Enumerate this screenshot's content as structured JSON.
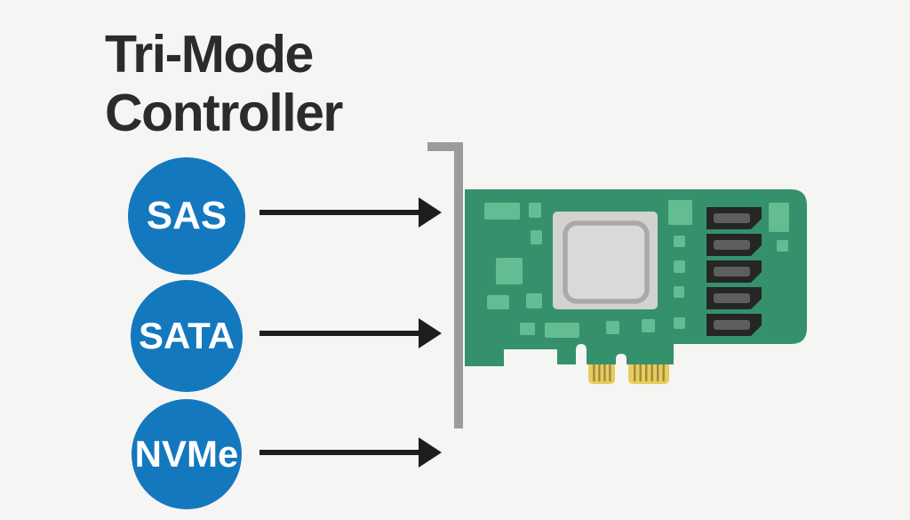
{
  "title": {
    "line1": "Tri-Mode",
    "line2": "Controller"
  },
  "nodes": [
    {
      "id": "sas",
      "label": "SAS"
    },
    {
      "id": "sata",
      "label": "SATA"
    },
    {
      "id": "nvme",
      "label": "NVMe"
    }
  ],
  "icons": {
    "arrow": "right-arrow",
    "card": "pcie-tri-mode-controller-card",
    "bracket": "pci-bracket",
    "chip": "controller-chip",
    "ports": "sata-style-connector-ports",
    "edge": "gold-pcie-edge-fingers"
  },
  "colors": {
    "bg": "#f5f5f4",
    "ink": "#2b2b2b",
    "blue": "#1478be",
    "node_text": "#ffffff",
    "arrow": "#1e1e1e",
    "bracket": "#9b9b9b",
    "board": "#35916c",
    "component": "#64bd92",
    "connector": "#262626",
    "connector_inner": "#5e5e5e",
    "chip_outer": "#d2d2d0",
    "chip_inner": "#d9d9d7",
    "chip_border": "#a9a9a7",
    "gold": "#e9cb5e",
    "gold_dark": "#9c8b3c"
  }
}
